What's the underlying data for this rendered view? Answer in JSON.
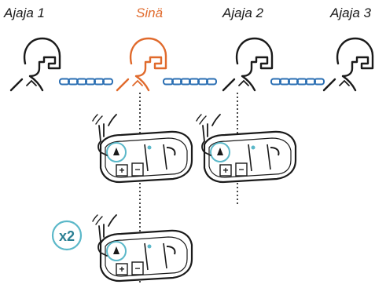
{
  "riders": [
    {
      "label": "Ajaja 1",
      "color": "#1a1a1a"
    },
    {
      "label": "Sinä",
      "color": "#e06a2c"
    },
    {
      "label": "Ajaja 2",
      "color": "#1a1a1a"
    },
    {
      "label": "Ajaja 3",
      "color": "#1a1a1a"
    }
  ],
  "chain_color": "#2b6fb3",
  "device": {
    "plus_label": "+",
    "minus_label": "−",
    "accent_color": "#5bb8c9"
  },
  "multiplier_label": "x2"
}
